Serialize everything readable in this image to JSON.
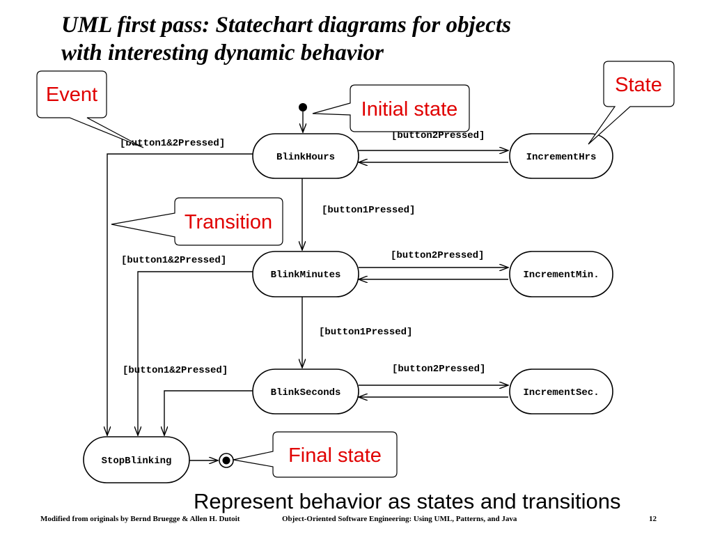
{
  "slide": {
    "title_line1": "UML first pass: Statechart diagrams for objects",
    "title_line2": "with interesting dynamic behavior",
    "subtitle": "Represent behavior as states and transitions",
    "footer_left": "Modified from originals by Bernd Bruegge & Allen H. Dutoit",
    "footer_center": "Object-Oriented Software Engineering: Using UML, Patterns, and Java",
    "page_number": "12"
  },
  "states": {
    "blink_hours": "BlinkHours",
    "increment_hrs": "IncrementHrs",
    "blink_minutes": "BlinkMinutes",
    "increment_min": "IncrementMin.",
    "blink_seconds": "BlinkSeconds",
    "increment_sec": "IncrementSec.",
    "stop_blinking": "StopBlinking"
  },
  "guards": {
    "hours_b12": "[button1&2Pressed]",
    "hours_b2": "[button2Pressed]",
    "hours_b1": "[button1Pressed]",
    "minutes_b12": "[button1&2Pressed]",
    "minutes_b2": "[button2Pressed]",
    "minutes_b1": "[button1Pressed]",
    "seconds_b12": "[button1&2Pressed]",
    "seconds_b2": "[button2Pressed]"
  },
  "callouts": {
    "event": "Event",
    "initial_state": "Initial state",
    "state": "State",
    "transition": "Transition",
    "final_state": "Final state"
  },
  "colors": {
    "callout_text": "#e00000",
    "line": "#000000"
  }
}
